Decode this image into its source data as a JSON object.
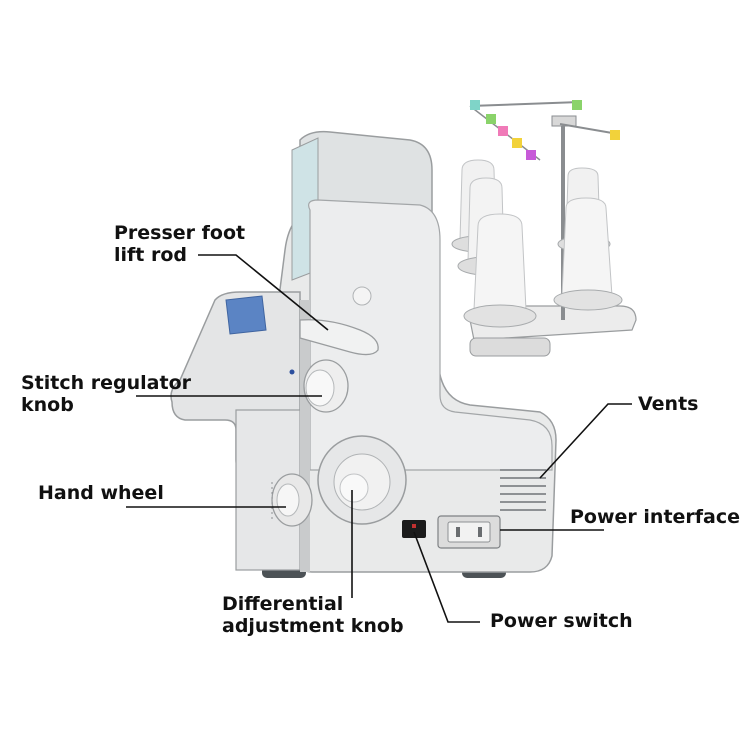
{
  "labels": {
    "presser_foot": [
      "Presser foot",
      "lift rod"
    ],
    "stitch_regulator": [
      "Stitch regulator",
      "knob"
    ],
    "hand_wheel": "Hand wheel",
    "differential": [
      "Differential",
      "adjustment knob"
    ],
    "vents": "Vents",
    "power_interface": "Power interface",
    "power_switch": "Power switch"
  },
  "colors": {
    "machine_body": "#e9eaea",
    "machine_shadow": "#c9cbcc",
    "outline": "#9a9d9f",
    "leader_line": "#111111",
    "label_text": "#111111",
    "thread": "#f1f1f1",
    "fabric_blue": "#5b84c4",
    "tension_tips": [
      "#7fd4c8",
      "#8ad36a",
      "#f07ab8",
      "#f2d23a",
      "#c75ad8"
    ]
  }
}
